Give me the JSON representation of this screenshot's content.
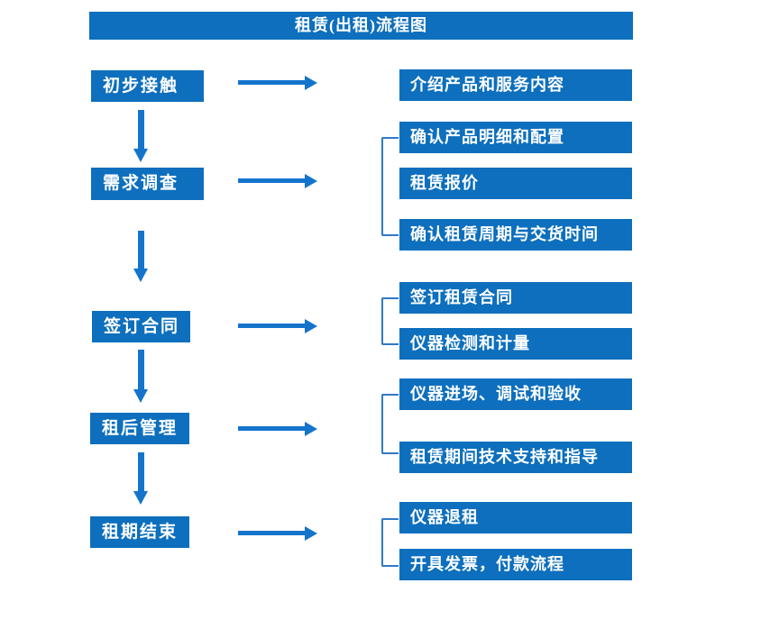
{
  "title": "租赁(出租)流程图",
  "colors": {
    "box_blue": "#0d6fbd",
    "arrow_blue": "#1474cc",
    "bracket_blue": "#2e79c6",
    "text_white": "#ffffff",
    "background": "#ffffff"
  },
  "steps": [
    {
      "label": "初步接触",
      "details": [
        "介绍产品和服务内容"
      ]
    },
    {
      "label": "需求调查",
      "details": [
        "确认产品明细和配置",
        "租赁报价",
        "确认租赁周期与交货时间"
      ]
    },
    {
      "label": "签订合同",
      "details": [
        "签订租赁合同",
        "仪器检测和计量"
      ]
    },
    {
      "label": "租后管理",
      "details": [
        "仪器进场、调试和验收",
        "租赁期间技术支持和指导"
      ]
    },
    {
      "label": "租期结束",
      "details": [
        "仪器退租",
        "开具发票，付款流程"
      ]
    }
  ]
}
